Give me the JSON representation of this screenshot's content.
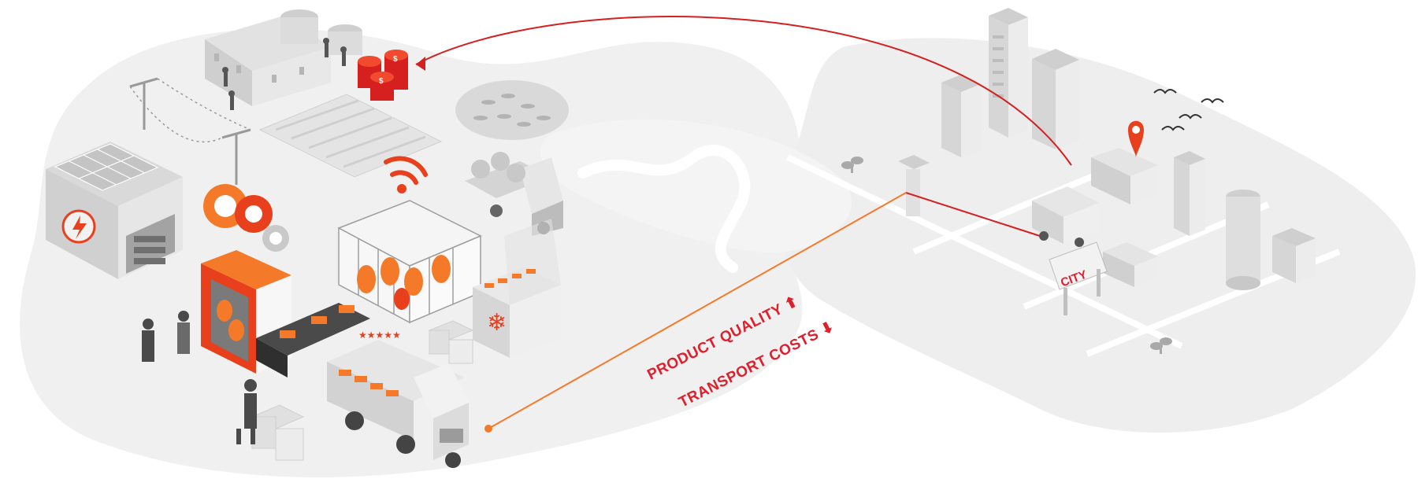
{
  "labels": {
    "product_quality": "PRODUCT QUALITY",
    "transport_costs": "TRANSPORT COSTS",
    "city_sign": "CITY"
  },
  "indicators": {
    "product_quality_trend": "up",
    "transport_costs_trend": "down"
  },
  "icons": [
    "solar-panel-icon",
    "lightning-icon",
    "gear-icon",
    "wifi-icon",
    "coin-stack-icon",
    "location-pin-icon",
    "snowflake-icon",
    "star-icon",
    "bird-icon",
    "sprout-icon"
  ],
  "colors": {
    "accent": "#e8401c",
    "accent_light": "#f47a2a",
    "ground": "#efefef",
    "ground_dark": "#e3e3e3",
    "building": "#dcdcdc",
    "building_dark": "#b9b9b9",
    "text": "#e01f2d"
  }
}
